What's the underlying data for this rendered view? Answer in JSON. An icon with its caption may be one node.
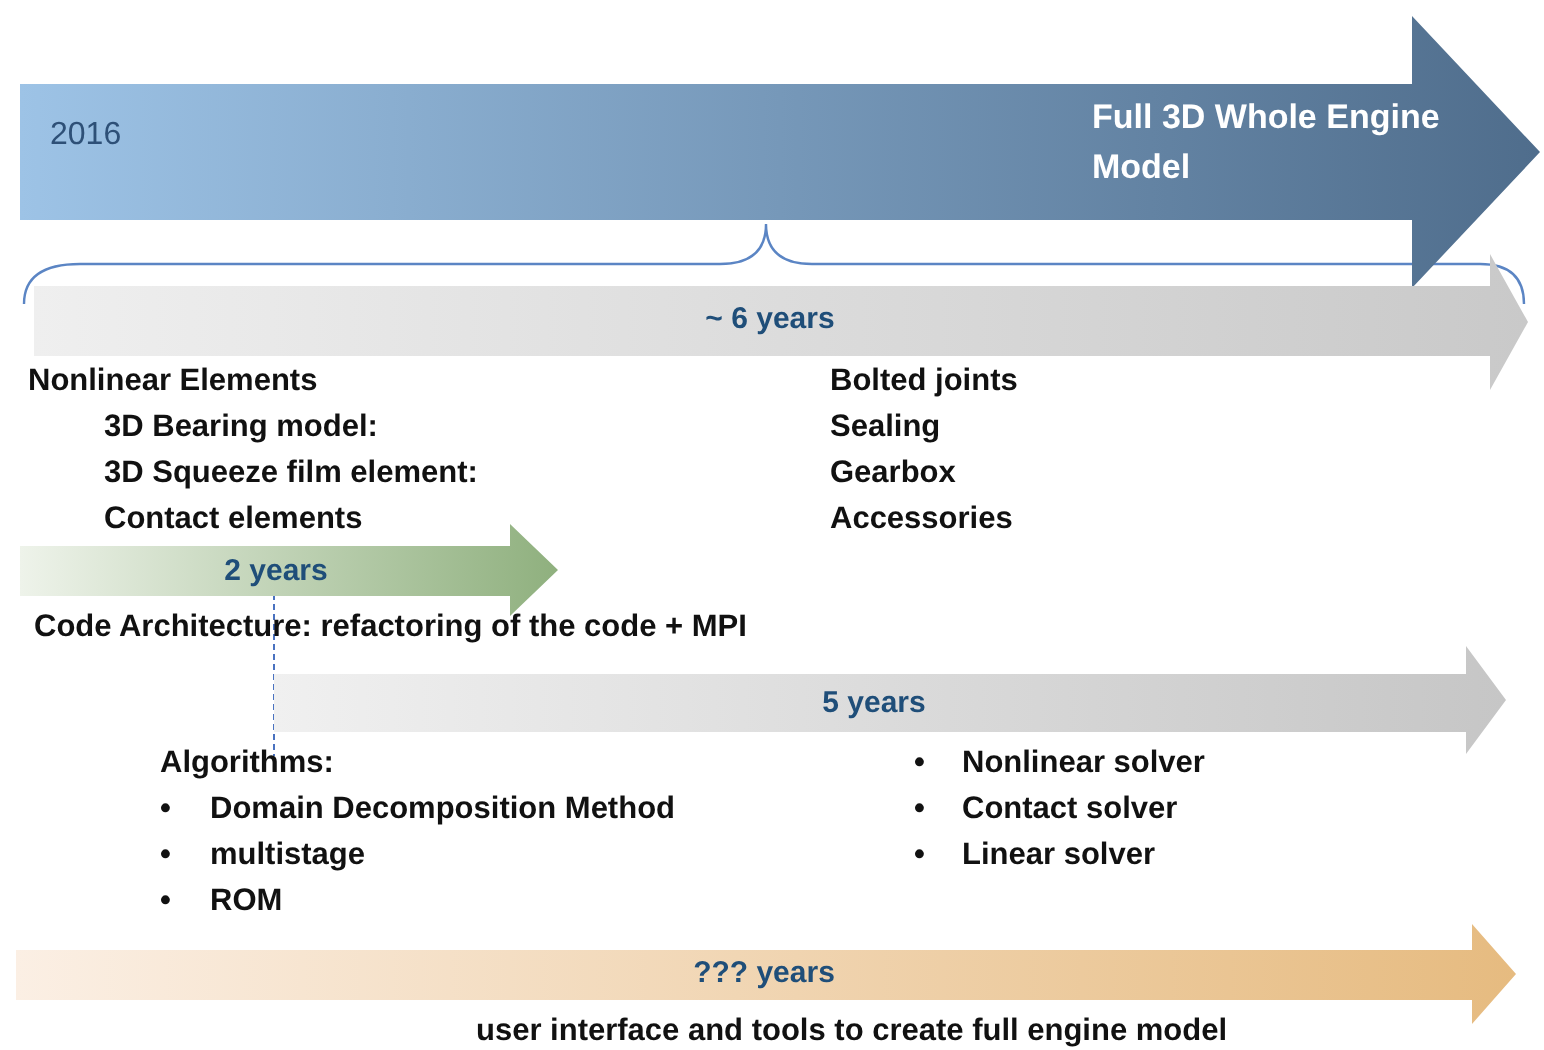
{
  "diagram": {
    "nodes": [
      {
        "text": [
          "2016",
          "Full 3D Whole Engine Model"
        ]
      },
      {
        "text": [
          "~ 6 years"
        ]
      },
      {
        "text": [
          "2 years"
        ]
      },
      {
        "text": [
          "5 years"
        ]
      },
      {
        "text": [
          "??? years"
        ]
      }
    ],
    "labels": [
      "Nonlinear Elements",
      "3D Bearing model:",
      "3D Squeeze film element:",
      "Contact elements",
      "Bolted joints",
      "Sealing",
      "Gearbox",
      "Accessories",
      "Code Architecture: refactoring of the code + MPI",
      "Algorithms:",
      "•",
      "Domain Decomposition Method",
      "•",
      "multistage",
      "•",
      "ROM",
      "•",
      "Nonlinear solver",
      "•",
      "Contact solver",
      "•",
      "Linear solver",
      "user interface and tools to create full engine model"
    ]
  }
}
